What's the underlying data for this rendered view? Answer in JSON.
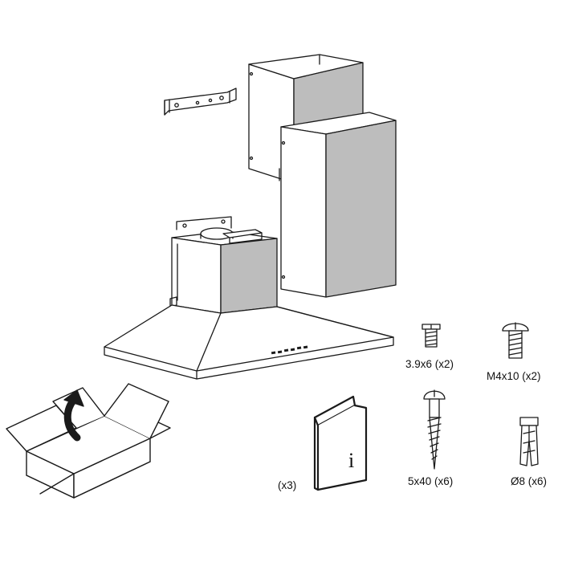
{
  "parts": {
    "screw_small": {
      "label": "3.9x6 (x2)"
    },
    "screw_machine": {
      "label": "M4x10 (x2)"
    },
    "screw_wood": {
      "label": "5x40 (x6)"
    },
    "wall_plug": {
      "label": "Ø8 (x6)"
    },
    "manual": {
      "label": "(x3)",
      "icon_letter": "i"
    }
  }
}
